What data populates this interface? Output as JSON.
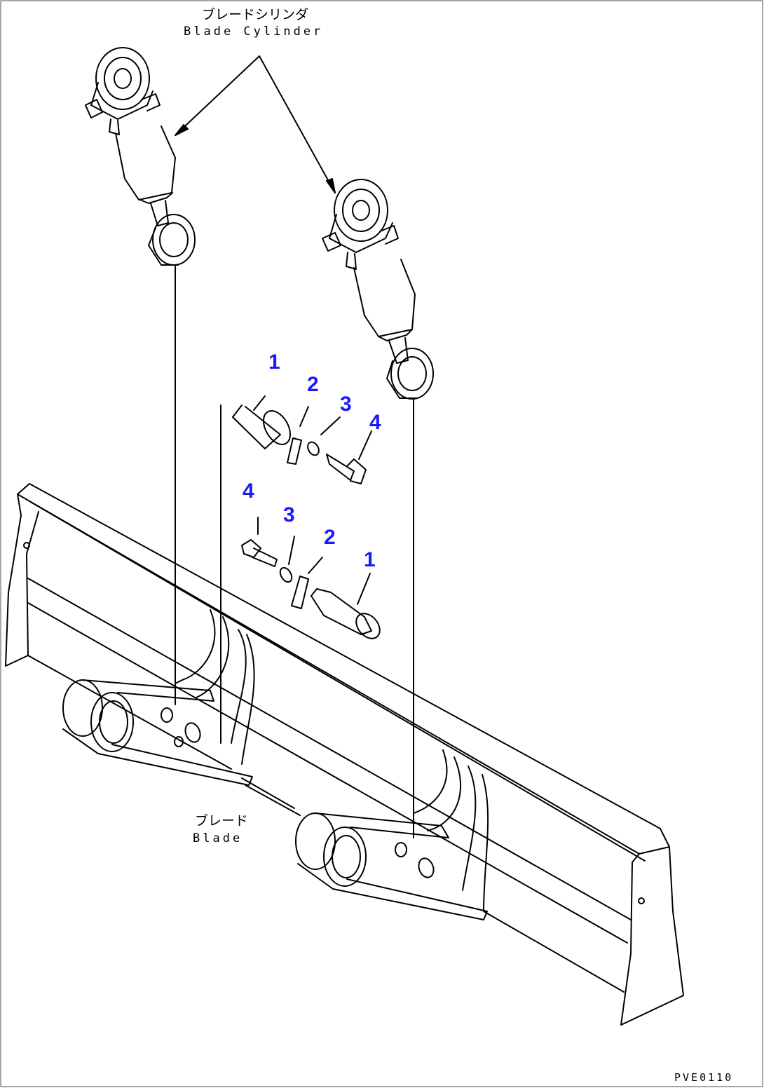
{
  "labels": {
    "cylinder_jp": "ブレードシリンダ",
    "cylinder_en": "Blade Cylinder",
    "blade_jp": "ブレード",
    "blade_en": "Blade",
    "drawing_code": "PVE0110"
  },
  "callouts": {
    "upper": [
      "1",
      "2",
      "3",
      "4"
    ],
    "lower": [
      "4",
      "3",
      "2",
      "1"
    ]
  },
  "colors": {
    "callout": "#1a1aff",
    "line": "#000000"
  }
}
